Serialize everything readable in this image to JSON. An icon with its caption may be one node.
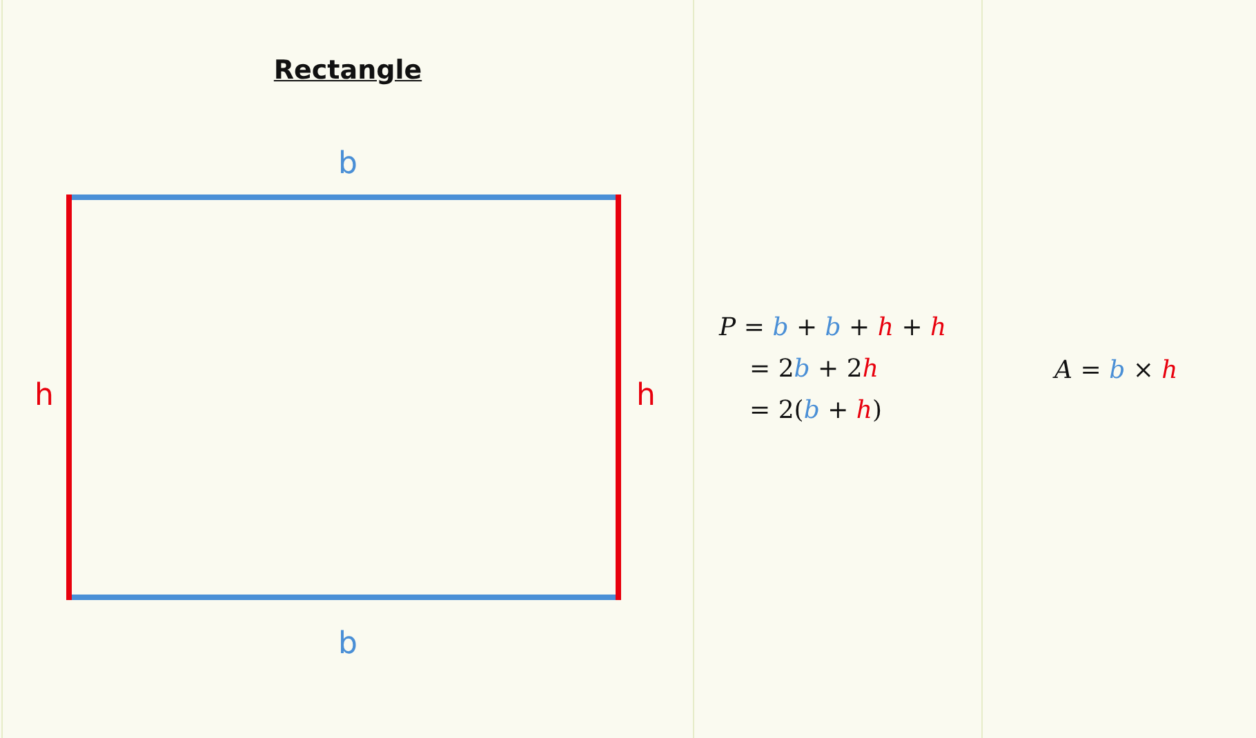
{
  "diagram": {
    "title": "Rectangle",
    "labels": [
      "b",
      "h",
      "h",
      "b",
      "P = b + b + h + h",
      "= 2b + 2h",
      "= 2(b + h)",
      "A = b × h"
    ]
  }
}
